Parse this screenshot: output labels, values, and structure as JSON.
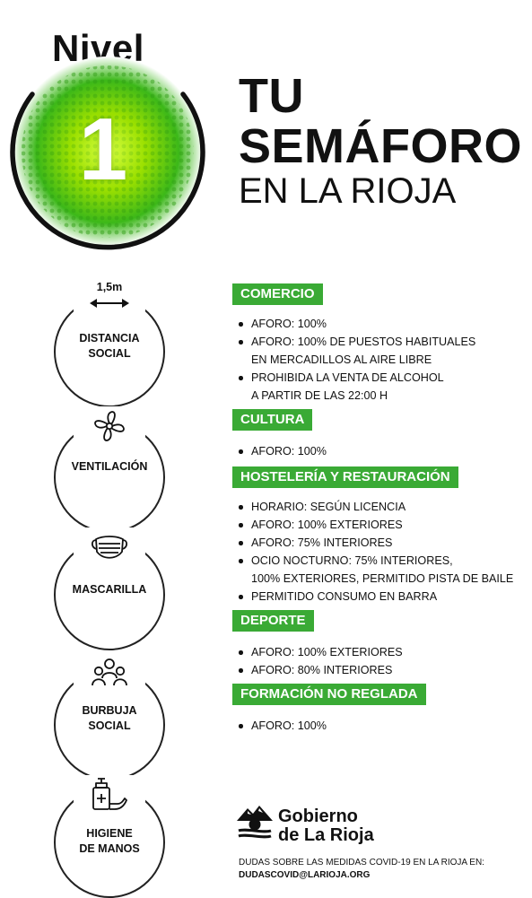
{
  "header": {
    "nivel_label": "Nivel",
    "nivel_number": "1",
    "title_line1": "TU",
    "title_line2": "SEMÁFORO",
    "title_line3": "EN LA RIOJA"
  },
  "colors": {
    "accent_green": "#3aaa35",
    "light_green": "#c8f000",
    "text": "#111111"
  },
  "measures": [
    {
      "icon": "distance-arrow-icon",
      "top_text": "1,5m",
      "line1": "DISTANCIA",
      "line2": "SOCIAL"
    },
    {
      "icon": "ventilation-fan-icon",
      "line1": "VENTILACIÓN"
    },
    {
      "icon": "face-mask-icon",
      "line1": "MASCARILLA"
    },
    {
      "icon": "social-bubble-icon",
      "line1": "BURBUJA",
      "line2": "SOCIAL"
    },
    {
      "icon": "hand-sanitizer-icon",
      "line1": "HIGIENE",
      "line2": "DE MANOS"
    }
  ],
  "sections": [
    {
      "title": "COMERCIO",
      "items": [
        {
          "text": "AFORO: 100%"
        },
        {
          "text": "AFORO: 100% DE PUESTOS HABITUALES",
          "cont": "EN MERCADILLOS AL AIRE LIBRE"
        },
        {
          "text": "PROHIBIDA LA VENTA DE ALCOHOL",
          "cont": "A PARTIR DE LAS 22:00 H"
        }
      ]
    },
    {
      "title": "CULTURA",
      "items": [
        {
          "text": "AFORO: 100%"
        }
      ]
    },
    {
      "title": "HOSTELERÍA Y RESTAURACIÓN",
      "items": [
        {
          "text": "HORARIO: SEGÚN LICENCIA"
        },
        {
          "text": "AFORO: 100% EXTERIORES"
        },
        {
          "text": "AFORO: 75% INTERIORES"
        },
        {
          "text": "OCIO NOCTURNO: 75% INTERIORES,",
          "cont": "100% EXTERIORES, PERMITIDO PISTA DE BAILE"
        },
        {
          "text": "PERMITIDO CONSUMO EN BARRA"
        }
      ]
    },
    {
      "title": "DEPORTE",
      "items": [
        {
          "text": "AFORO: 100% EXTERIORES"
        },
        {
          "text": "AFORO: 80% INTERIORES"
        }
      ]
    },
    {
      "title": "FORMACIÓN NO REGLADA",
      "items": [
        {
          "text": "AFORO: 100%"
        }
      ]
    }
  ],
  "footer": {
    "logo_line1": "Gobierno",
    "logo_line2": "de La Rioja",
    "dudas_text": "DUDAS SOBRE LAS MEDIDAS COVID-19 EN LA RIOJA EN:",
    "email": "DUDASCOVID@LARIOJA.ORG"
  }
}
